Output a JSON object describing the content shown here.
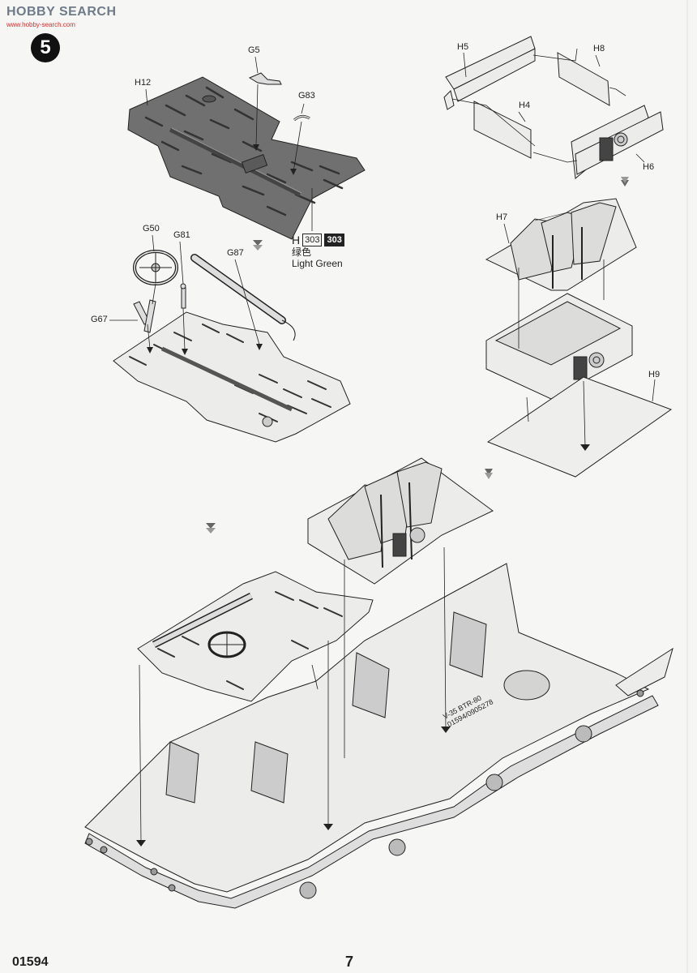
{
  "watermark": {
    "main": "HOBBY SEARCH",
    "sub": "www.hobby-search.com"
  },
  "step": {
    "number": "5"
  },
  "callouts": {
    "g5": "G5",
    "g83": "G83",
    "h12": "H12",
    "h5": "H5",
    "h8": "H8",
    "h4": "H4",
    "h6": "H6",
    "h7": "H7",
    "h9": "H9",
    "g50": "G50",
    "g81": "G81",
    "g87": "G87",
    "g67": "G67"
  },
  "paint": {
    "letter": "H",
    "code1": "303",
    "code2": "303",
    "name_cn": "绿色",
    "name_en": "Light Green"
  },
  "hull_marking": {
    "line1": "V-35 BTR-80",
    "line2": "01594/0905278"
  },
  "footer": {
    "code": "01594",
    "page": "7"
  },
  "colors": {
    "part_dark": "#707070",
    "part_light": "#e8e8e6",
    "line": "#222222",
    "background": "#f6f6f4"
  }
}
